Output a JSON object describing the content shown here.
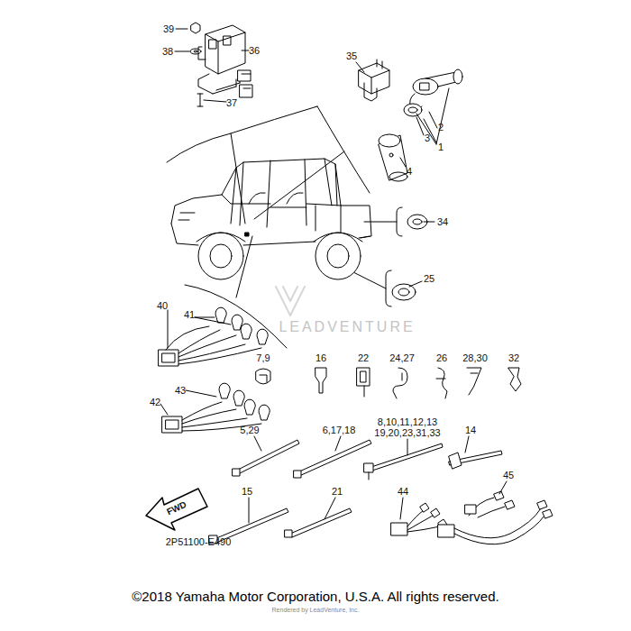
{
  "diagram": {
    "caption": "©2018 Yamaha Motor Corporation, U.S.A. All rights reserved.",
    "labels": [
      "39",
      "38",
      "36",
      "37",
      "35",
      "1",
      "2",
      "3",
      "4",
      "34",
      "25",
      "40",
      "41",
      "7,9",
      "16",
      "22",
      "24,27",
      "26",
      "28,30",
      "32",
      "42",
      "43",
      "5,29",
      "6,17,18",
      "8,10,11,12,13",
      "19,20,23,31,33",
      "14",
      "45",
      "15",
      "21",
      "44",
      "FWD",
      "2P51100-E490",
      "LEADVENTURE",
      "Rendered by LeadVenture, Inc."
    ]
  }
}
